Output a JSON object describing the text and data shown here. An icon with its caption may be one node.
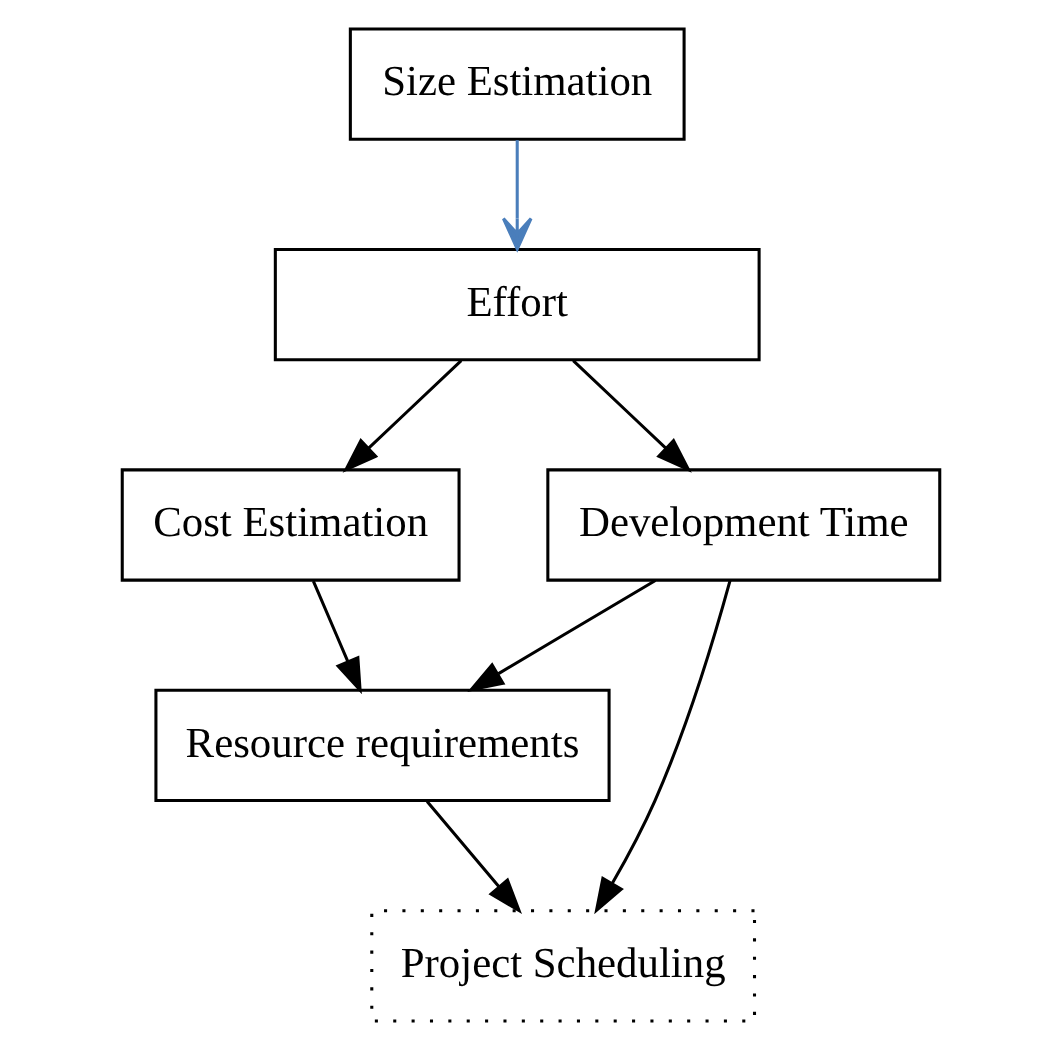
{
  "diagram": {
    "nodes": [
      {
        "text": [
          "Size Estimation"
        ]
      },
      {
        "text": [
          "Effort"
        ]
      },
      {
        "text": [
          "Cost Estimation"
        ]
      },
      {
        "text": [
          "Development Time"
        ]
      },
      {
        "text": [
          "Resource requirements"
        ]
      },
      {
        "text": [
          "Project Scheduling"
        ]
      }
    ],
    "edges": [
      {
        "from": 0,
        "to": 1,
        "arrow": "to",
        "color": "#4a7ebb"
      },
      {
        "from": 1,
        "to": 2,
        "arrow": "to"
      },
      {
        "from": 1,
        "to": 3,
        "arrow": "to"
      },
      {
        "from": 2,
        "to": 4,
        "arrow": "to"
      },
      {
        "from": 3,
        "to": 4,
        "arrow": "to"
      },
      {
        "from": 3,
        "to": 5,
        "arrow": "to"
      },
      {
        "from": 4,
        "to": 5,
        "arrow": "to"
      }
    ]
  }
}
